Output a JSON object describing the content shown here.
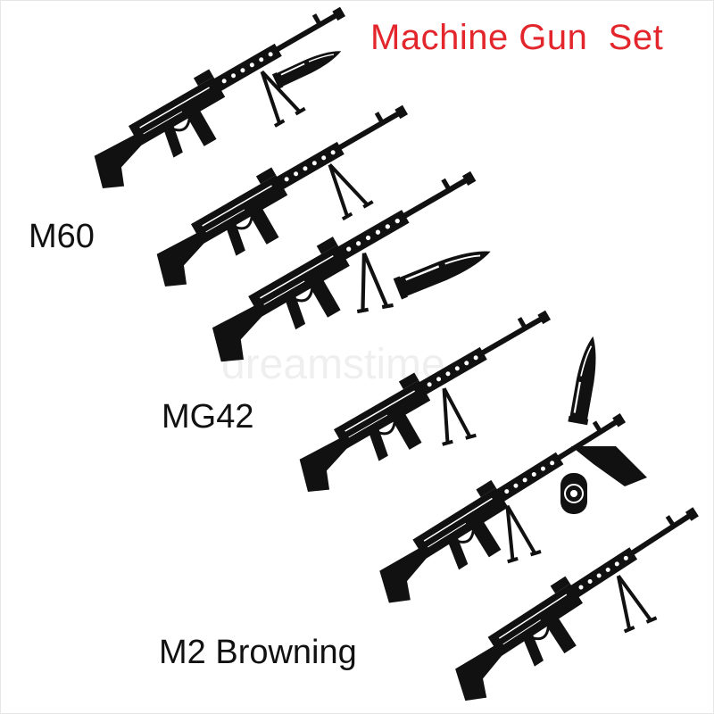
{
  "title": "Machine Gun  Set",
  "labels": {
    "m60": "M60",
    "mg42": "MG42",
    "m2": "M2 Browning"
  },
  "watermark": "dreamstime",
  "colors": {
    "title": "#e3262c",
    "ink": "#111111",
    "background": "#ffffff"
  },
  "icons": [
    "rifle-icon",
    "bullet-icon",
    "ammo-belt-icon"
  ]
}
